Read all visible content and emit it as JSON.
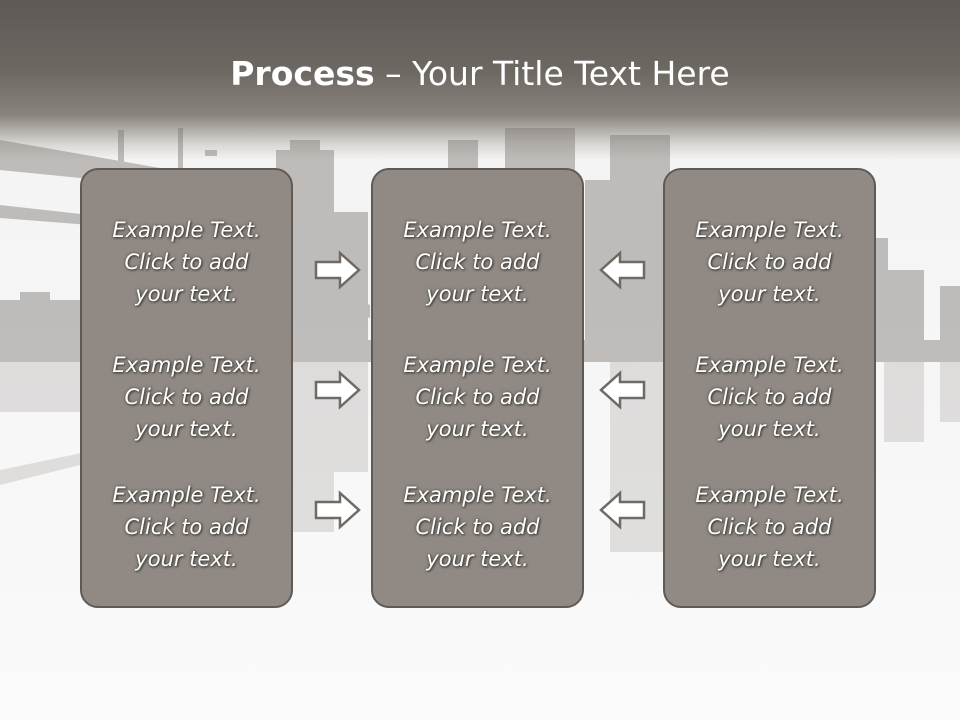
{
  "title": {
    "bold": "Process",
    "rest": " – Your Title Text Here"
  },
  "panels": [
    {
      "items": [
        {
          "line1": "Example Text.",
          "line2": "Click  to add",
          "line3": "your text."
        },
        {
          "line1": "Example Text.",
          "line2": "Click  to add",
          "line3": "your text."
        },
        {
          "line1": "Example Text.",
          "line2": "Click  to add",
          "line3": "your text."
        }
      ]
    },
    {
      "items": [
        {
          "line1": "Example Text.",
          "line2": "Click  to add",
          "line3": "your text."
        },
        {
          "line1": "Example Text.",
          "line2": "Click  to add",
          "line3": "your text."
        },
        {
          "line1": "Example Text.",
          "line2": "Click  to add",
          "line3": "your text."
        }
      ]
    },
    {
      "items": [
        {
          "line1": "Example Text.",
          "line2": "Click  to add",
          "line3": "your text."
        },
        {
          "line1": "Example Text.",
          "line2": "Click  to add",
          "line3": "your text."
        },
        {
          "line1": "Example Text.",
          "line2": "Click  to add",
          "line3": "your text."
        }
      ]
    }
  ],
  "icons": {
    "left_arrows": "right-arrow-icon",
    "right_arrows": "left-arrow-icon"
  },
  "colors": {
    "panel_fill": "#918a84",
    "panel_border": "#5f5a56",
    "header": "#6e6863",
    "text": "#ffffff"
  }
}
